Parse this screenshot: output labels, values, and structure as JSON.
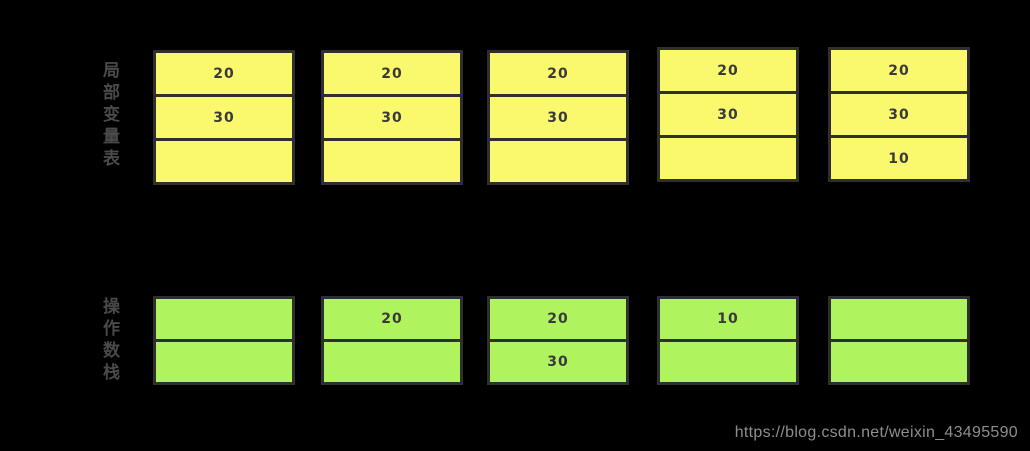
{
  "labels": {
    "locals": "局部变量表",
    "stack": "操作数栈"
  },
  "colors": {
    "background": "#000000",
    "locals_table_fill": "#faf96e",
    "stack_table_fill": "#aff45f",
    "table_border": "#2f2f2f",
    "cell_text": "#3a3a3a",
    "label_text": "#4a4a4a",
    "watermark_text": "#8e8e8e"
  },
  "locals": {
    "tables": [
      {
        "rows": [
          "20",
          "30",
          ""
        ]
      },
      {
        "rows": [
          "20",
          "30",
          ""
        ]
      },
      {
        "rows": [
          "20",
          "30",
          ""
        ]
      },
      {
        "rows": [
          "20",
          "30",
          ""
        ]
      },
      {
        "rows": [
          "20",
          "30",
          "10"
        ]
      }
    ]
  },
  "stack": {
    "tables": [
      {
        "rows": [
          "",
          ""
        ]
      },
      {
        "rows": [
          "20",
          ""
        ]
      },
      {
        "rows": [
          "20",
          "30"
        ]
      },
      {
        "rows": [
          "10",
          ""
        ]
      },
      {
        "rows": [
          "",
          ""
        ]
      }
    ]
  },
  "watermark": {
    "text": "https://blog.csdn.net/weixin_43495590"
  }
}
